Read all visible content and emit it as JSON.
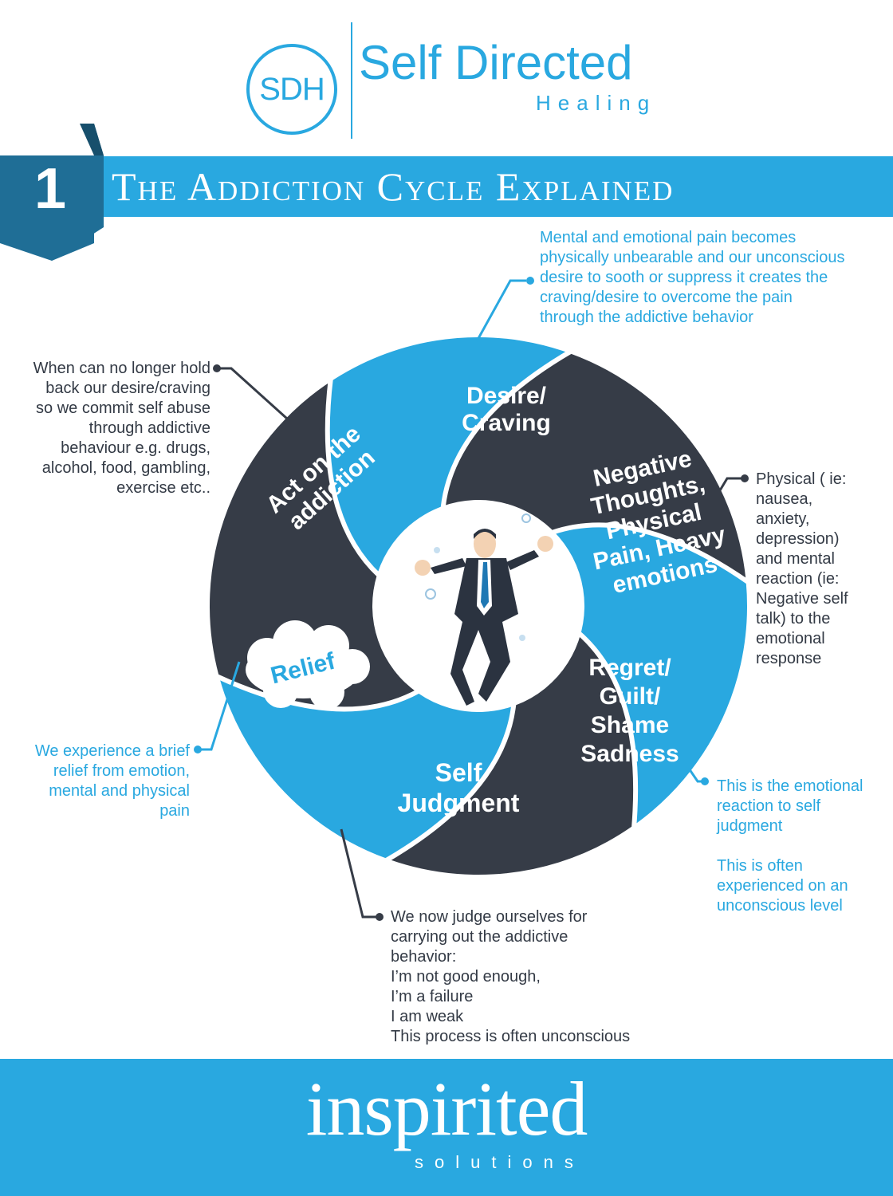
{
  "header": {
    "logo_initials": "SDH",
    "logo_title": "Self Directed",
    "logo_subtitle": "Healing"
  },
  "banner": {
    "number": "1",
    "title": "The Addiction Cycle Explained"
  },
  "cycle": {
    "segments": [
      {
        "id": "desire",
        "label": "Desire/\nCraving",
        "color": "#29a8e0"
      },
      {
        "id": "negative",
        "label": "Negative\nThoughts,\nPhysical\nPain, Heavy\nemotions",
        "color": "#363c47"
      },
      {
        "id": "regret",
        "label": "Regret/\nGuilt/\nShame\nSadness",
        "color": "#29a8e0"
      },
      {
        "id": "judgment",
        "label": "Self\nJudgment",
        "color": "#363c47"
      },
      {
        "id": "relief",
        "label": "Relief",
        "color": "#29a8e0"
      },
      {
        "id": "act",
        "label": "Act on the\naddiction",
        "color": "#363c47"
      }
    ]
  },
  "descriptions": {
    "desire": "Mental and emotional pain becomes\nphysically unbearable and our unconscious\ndesire to sooth or suppress it creates the\ncraving/desire to overcome the pain\nthrough the addictive behavior",
    "act": "When can no longer hold\nback our desire/craving\nso we commit self abuse\nthrough addictive\nbehaviour e.g. drugs,\nalcohol, food, gambling,\nexercise etc..",
    "negative": "Physical ( ie:\nnausea,\nanxiety,\ndepression)\nand mental\nreaction (ie:\nNegative self\ntalk) to the\nemotional\nresponse",
    "relief": "We experience a brief\nrelief from emotion,\nmental and physical\npain",
    "regret": "This is the emotional\nreaction to self\njudgment\n\nThis is often\nexperienced on an\nunconscious level",
    "judgment": "We now judge ourselves for\ncarrying out the addictive\nbehavior:\nI’m not good enough,\nI’m a failure\nI am weak\nThis process is often unconscious"
  },
  "footer": {
    "brand": "inspirited",
    "sub": "solutions"
  },
  "colors": {
    "accent": "#29a8e0",
    "dark": "#363c47",
    "badge": "#1f6e96"
  }
}
